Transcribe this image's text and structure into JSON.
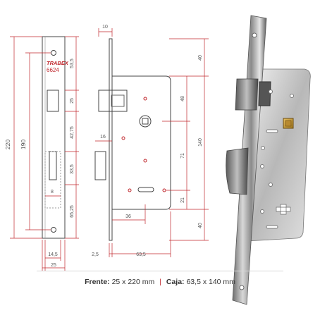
{
  "brand": {
    "name": "TRABEX",
    "model": "6624"
  },
  "front_plate": {
    "height_total": "220",
    "height_inner": "190",
    "width_total": "25",
    "width_inner": "14,5",
    "spacing": [
      "53,5",
      "25",
      "42,75",
      "33,5",
      "65,25"
    ],
    "latch_width": "8"
  },
  "side_view": {
    "top_offset": "10",
    "latch_depth": "16",
    "backset": "36",
    "plate_thickness": "2,5",
    "case_depth": "63,5"
  },
  "right_dims": [
    "40",
    "48",
    "140",
    "71",
    "21",
    "40"
  ],
  "caption": {
    "frente_label": "Frente:",
    "frente_value": "25 x 220 mm",
    "separator": "|",
    "caja_label": "Caja:",
    "caja_value": "63,5 x 140 mm"
  },
  "colors": {
    "line": "#c0272d",
    "drawing": "#444444",
    "text": "#555555"
  }
}
